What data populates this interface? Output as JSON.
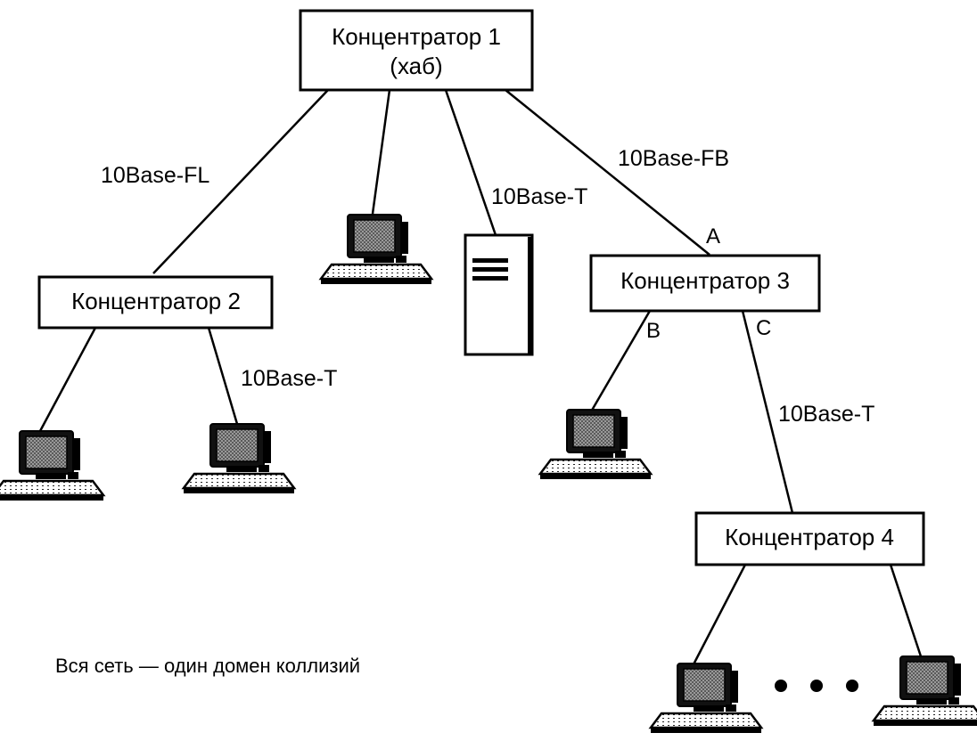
{
  "hubs": {
    "hub1": {
      "line1": "Концентратор 1",
      "line2": "(хаб)"
    },
    "hub2": {
      "label": "Концентратор 2"
    },
    "hub3": {
      "label": "Концентратор 3"
    },
    "hub4": {
      "label": "Концентратор 4"
    }
  },
  "links": {
    "hub1_hub2": "10Base-FL",
    "hub1_server": "10Base-T",
    "hub1_hub3": "10Base-FB",
    "hub2_pc": "10Base-T",
    "hub3_hub4": "10Base-T"
  },
  "ports": {
    "a": "A",
    "b": "B",
    "c": "C"
  },
  "caption": "Вся сеть — один домен коллизий",
  "ellipsis": "• • •",
  "icons": {
    "workstation": "computer-icon",
    "server": "server-icon"
  }
}
